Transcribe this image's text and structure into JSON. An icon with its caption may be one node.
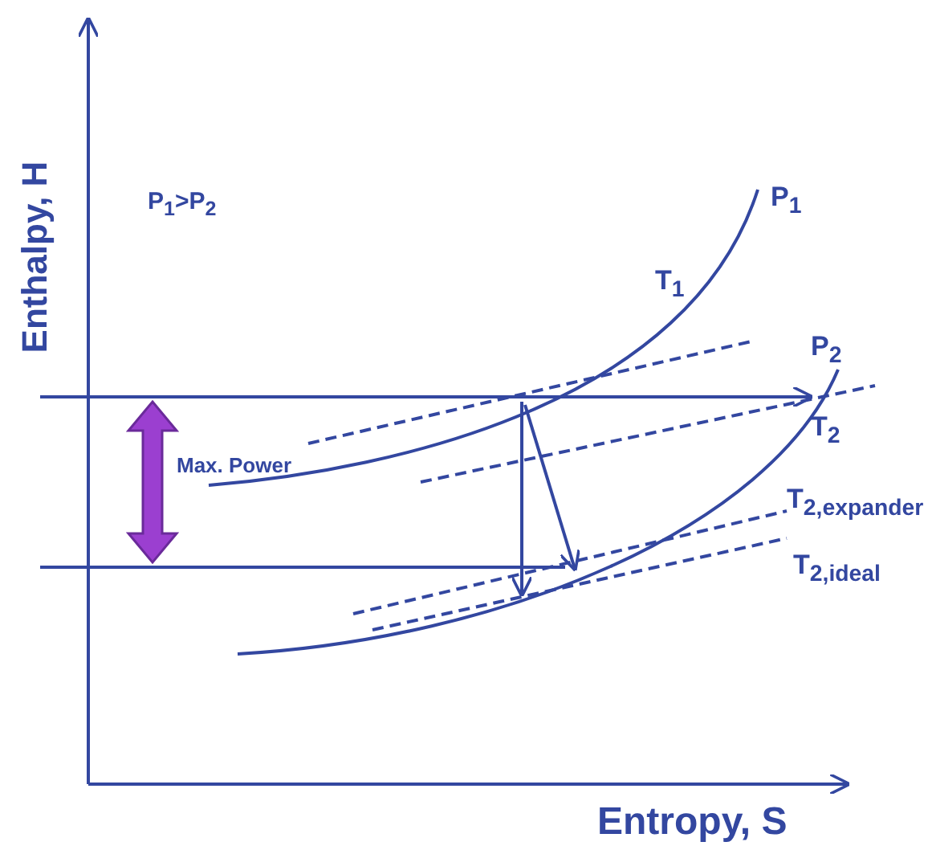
{
  "diagram": {
    "labels": [
      "Enthalpy, H",
      "P$_{1}$>P$_{2}$",
      "P$_{1}$",
      "T$_{1}$",
      "P$_{2}$",
      "T$_{2}$",
      "Max. Power",
      "T$_{2,expander}$",
      "T$_{2,ideal}$",
      "Entropy, S"
    ]
  }
}
